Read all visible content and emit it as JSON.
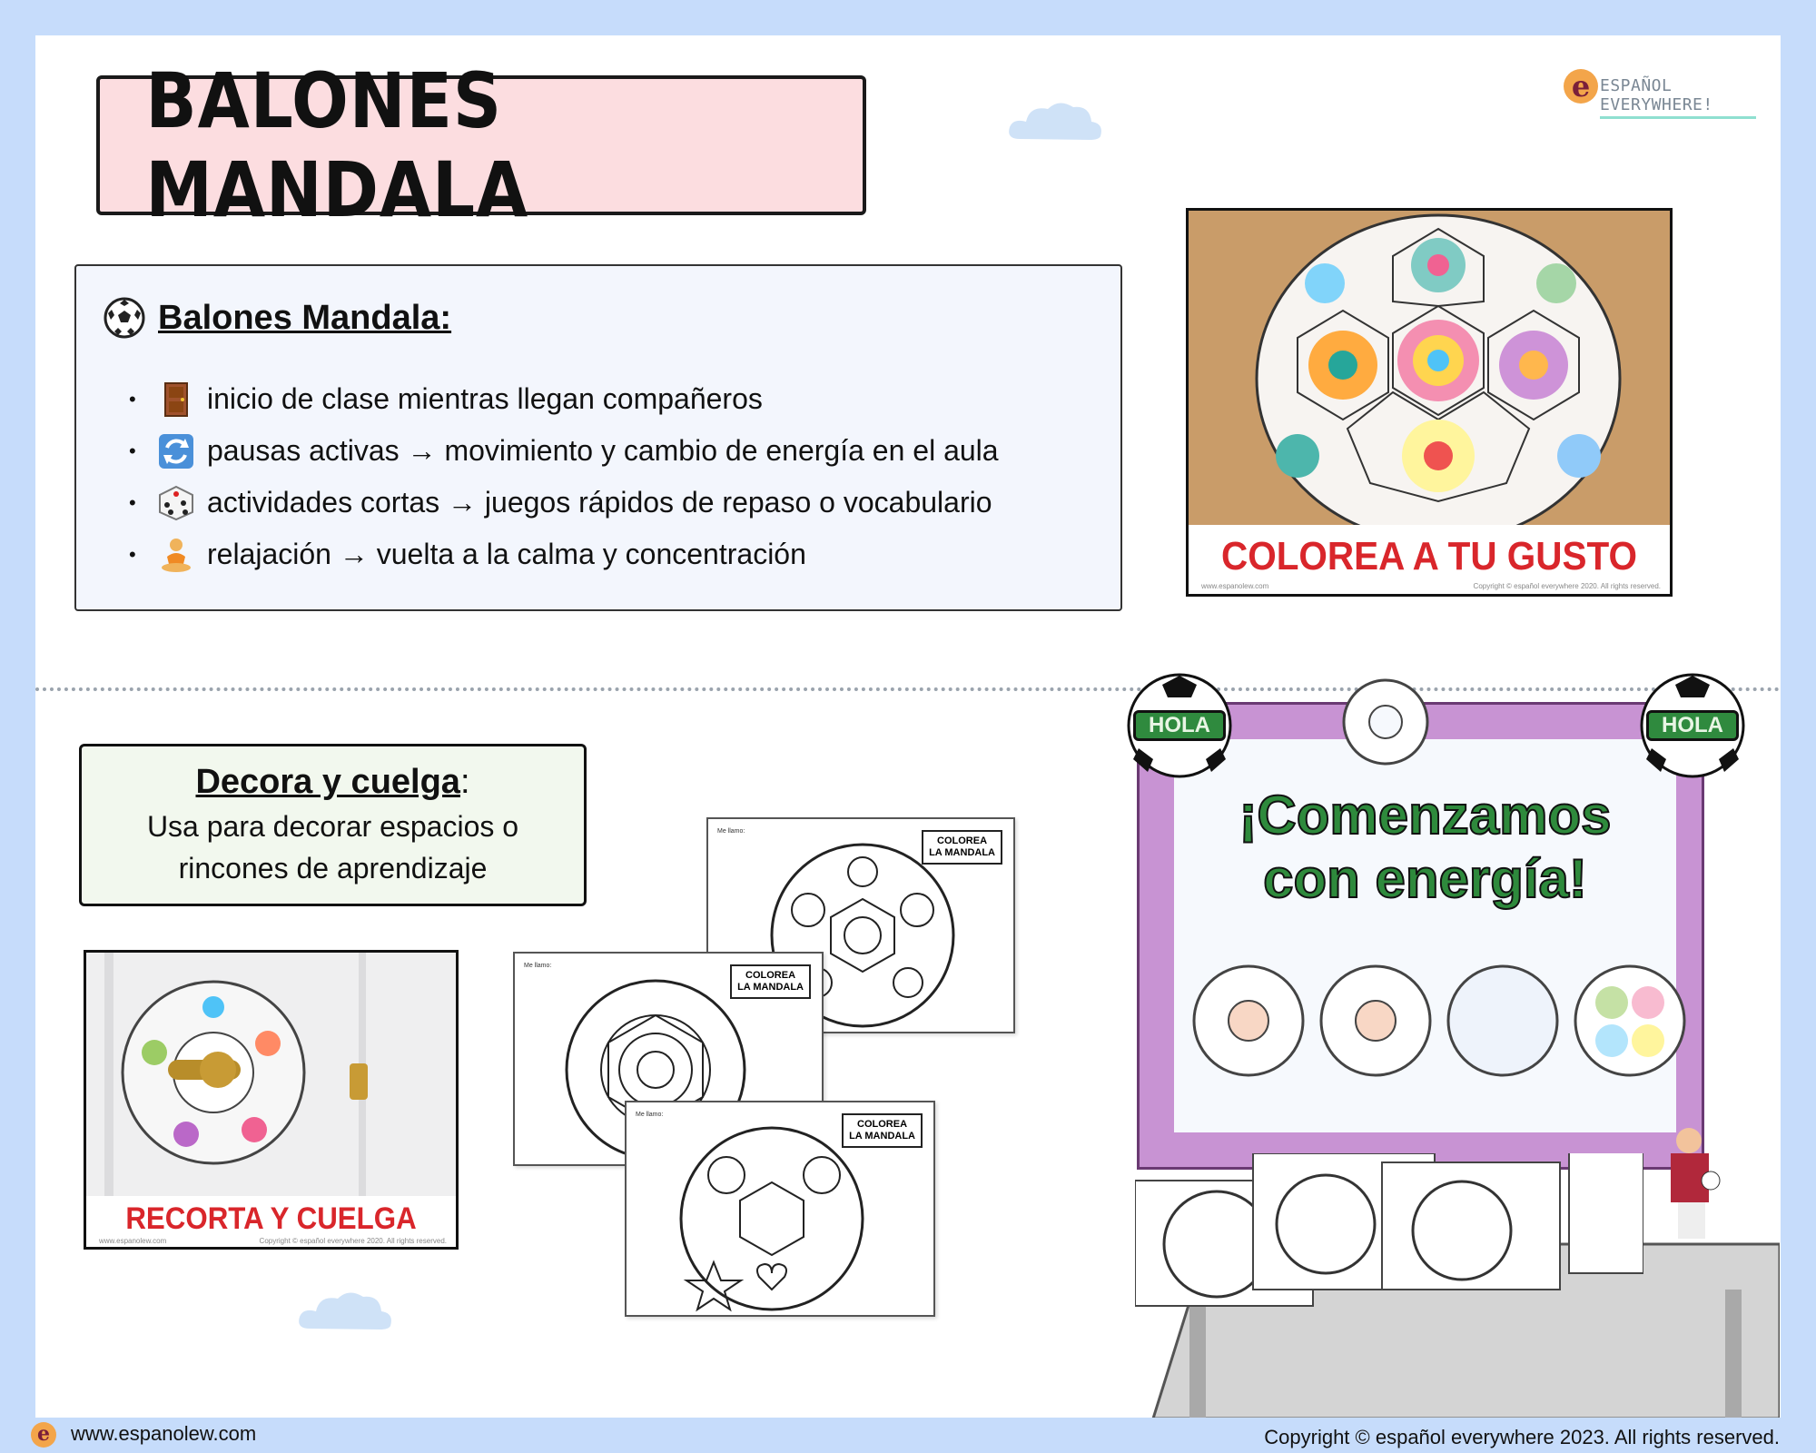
{
  "title": "BALONES MANDALA",
  "logo": {
    "text": "ESPAÑOL EVERYWHERE!"
  },
  "info": {
    "heading": "Balones Mandala:",
    "bullets": [
      {
        "icon": "door-icon",
        "text": "inicio de clase mientras llegan compañeros"
      },
      {
        "icon": "arrows-cycle-icon",
        "text": "pausas activas → movimiento y cambio de energía en el aula"
      },
      {
        "icon": "dice-icon",
        "text": "actividades cortas → juegos rápidos de repaso o vocabulario"
      },
      {
        "icon": "meditation-icon",
        "text": "relajación → vuelta a la calma y concentración"
      }
    ]
  },
  "photo_top": {
    "caption": "COLOREA A TU GUSTO",
    "footer_left": "www.espanolew.com",
    "footer_right": "Copyright © español everywhere 2020. All rights reserved."
  },
  "decora": {
    "title": "Decora y cuelga",
    "colon": ":",
    "line1": "Usa para decorar espacios o",
    "line2": "rincones de aprendizaje"
  },
  "photo_door": {
    "caption": "RECORTA Y CUELGA",
    "footer_left": "www.espanolew.com",
    "footer_right": "Copyright © español everywhere 2020. All rights reserved."
  },
  "worksheets": [
    {
      "tag_line1": "COLOREA",
      "tag_line2": "LA MANDALA",
      "name_label": "Me llamo:"
    },
    {
      "tag_line1": "COLOREA",
      "tag_line2": "LA MANDALA",
      "name_label": "Me llamo:"
    },
    {
      "tag_line1": "COLOREA",
      "tag_line2": "LA MANDALA",
      "name_label": "Me llamo:"
    }
  ],
  "board": {
    "line1": "¡Comenzamos",
    "line2": "con energía!",
    "hola": "HOLA"
  },
  "footer": {
    "url": "www.espanolew.com",
    "copyright": "Copyright © español everywhere 2023. All rights reserved."
  },
  "colors": {
    "background": "#c6dcfb",
    "title_box": "#fcdde0",
    "info_box": "#f3f6fd",
    "decora_box": "#f2f8ee",
    "caption_red": "#d9262b",
    "board_frame": "#c893d3",
    "board_text_green": "#2e8a3c"
  }
}
